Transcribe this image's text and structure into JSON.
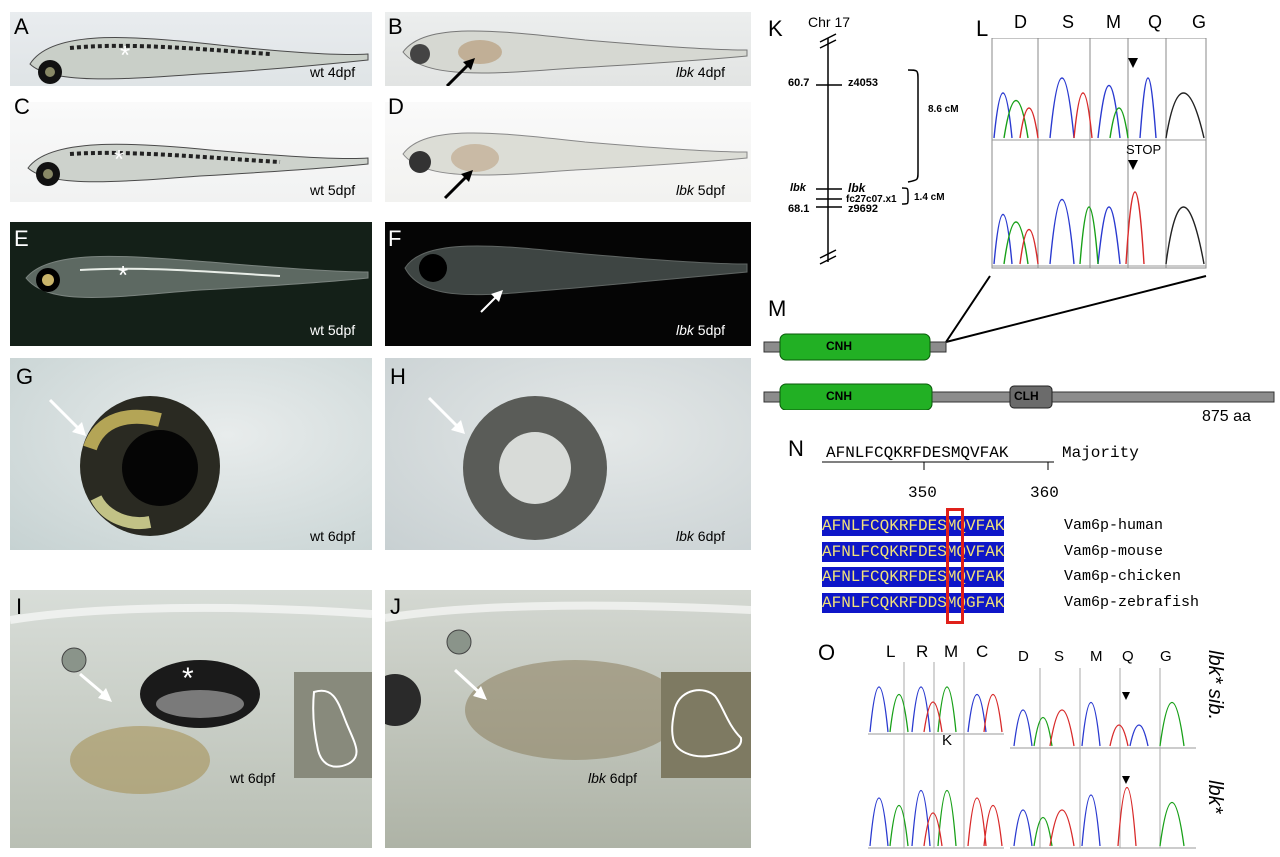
{
  "panels": {
    "A": {
      "letter": "A",
      "caption": "wt 4dpf"
    },
    "B": {
      "letter": "B",
      "caption_italic": "lbk",
      "caption_rest": " 4dpf"
    },
    "C": {
      "letter": "C",
      "caption": "wt 5dpf"
    },
    "D": {
      "letter": "D",
      "caption_italic": "lbk",
      "caption_rest": " 5dpf"
    },
    "E": {
      "letter": "E",
      "caption": "wt 5dpf"
    },
    "F": {
      "letter": "F",
      "caption_italic": "lbk",
      "caption_rest": " 5dpf"
    },
    "G": {
      "letter": "G",
      "caption": "wt 6dpf"
    },
    "H": {
      "letter": "H",
      "caption_italic": "lbk",
      "caption_rest": " 6dpf"
    },
    "I": {
      "letter": "I",
      "caption": "wt 6dpf"
    },
    "J": {
      "letter": "J",
      "caption_italic": "lbk",
      "caption_rest": " 6dpf"
    }
  },
  "map": {
    "letter": "K",
    "chromosome": "Chr 17",
    "pos_top": "60.7",
    "marker_top": "z4053",
    "dist_top": "8.6 cM",
    "left_lbk": "lbk",
    "marker_lbk": "lbk",
    "marker_mid": "fc27c07.x1",
    "dist_bottom": "1.4 cM",
    "pos_bottom": "68.1",
    "marker_bottom": "z9692"
  },
  "chromatogram_L": {
    "letter": "L",
    "bases": [
      "D",
      "S",
      "M",
      "Q",
      "G"
    ],
    "stop_label": "STOP"
  },
  "protein": {
    "letter": "M",
    "domain1": "CNH",
    "domain2": "CNH",
    "domain3": "CLH",
    "length": "875 aa"
  },
  "alignment": {
    "letter": "N",
    "majority_seq": "AFNLFCQKRFDESMQVFAK",
    "majority_label": "Majority",
    "ticks": [
      "350",
      "360"
    ],
    "rows": [
      {
        "seq": "AFNLFCQKRFDESMQVFAK",
        "name": "Vam6p-human"
      },
      {
        "seq": "AFNLFCQKRFDESMQVFAK",
        "name": "Vam6p-mouse"
      },
      {
        "seq": "AFNLFCQKRFDESMQVFAK",
        "name": "Vam6p-chicken"
      },
      {
        "seq": "AFNLFCQKRFDDSMQGFAK",
        "name": "Vam6p-zebrafish"
      }
    ]
  },
  "chromatogram_O": {
    "letter": "O",
    "left_bases": [
      "L",
      "R",
      "M",
      "C"
    ],
    "left_mut": "K",
    "right_bases": [
      "D",
      "S",
      "M",
      "Q",
      "G"
    ],
    "label_sib": "lbk* sib.",
    "label_mut": "lbk*"
  },
  "colors": {
    "domain_green": "#22b024",
    "alignment_blue": "#0e16c8",
    "alignment_text": "#f1e27a",
    "highlight_red": "#e0201a"
  }
}
